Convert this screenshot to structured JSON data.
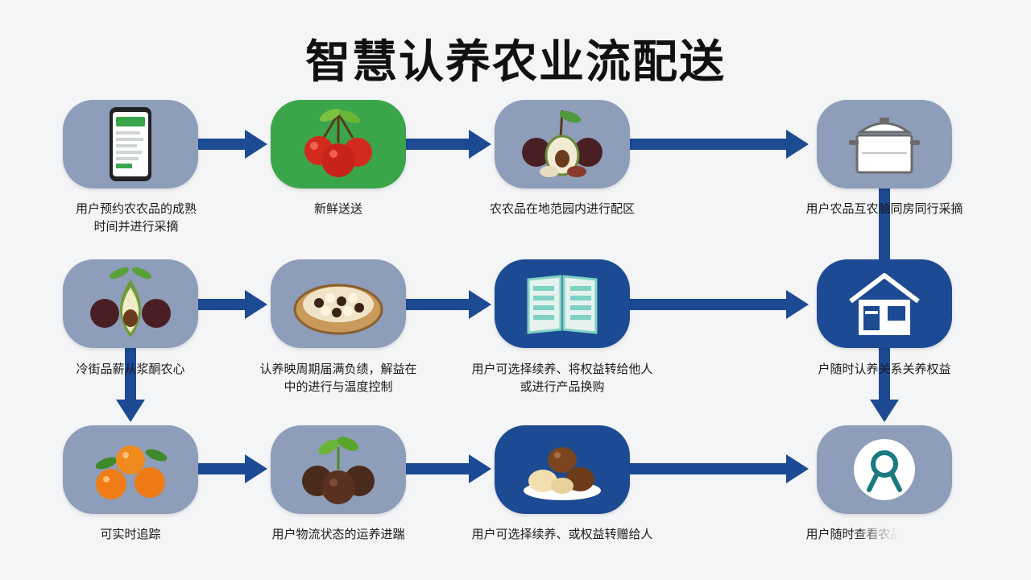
{
  "title": "智慧认养农业流配送",
  "steps": [
    {
      "label": "用户预约农农品的成熟\n时间并进行采摘",
      "icon": "smartphone-app-icon"
    },
    {
      "label": "新鲜送送",
      "icon": "red-fruit-icon"
    },
    {
      "label": "农农品在地范园内进行配区",
      "icon": "lychee-fruit-icon"
    },
    {
      "label": "用户农品互农脑同房同行采摘",
      "icon": "cooking-pot-icon"
    },
    {
      "label": "冷街品薪从浆酮农心",
      "icon": "avocado-lychee-icon"
    },
    {
      "label": "认养映周期届满负绩，解益在\n中的进行与温度控制",
      "icon": "nut-basket-icon"
    },
    {
      "label": "用户可选择续养、将权益转给他人\n或进行产品换购",
      "icon": "open-book-icon"
    },
    {
      "label": "户随时认养关系关养权益",
      "icon": "house-icon"
    },
    {
      "label": "可实时追踪",
      "icon": "orange-fruit-icon"
    },
    {
      "label": "用户物流状态的运养进踹",
      "icon": "seedling-nuts-icon"
    },
    {
      "label": "用户可选择续养、或权益转赠给人",
      "icon": "chestnut-plate-icon"
    },
    {
      "label": "用户随时查看农品的运输进度",
      "icon": "ribbon-badge-icon"
    }
  ],
  "colors": {
    "accent": "#1c4a93",
    "node": "#8e9db9",
    "green": "#3aa54a"
  }
}
